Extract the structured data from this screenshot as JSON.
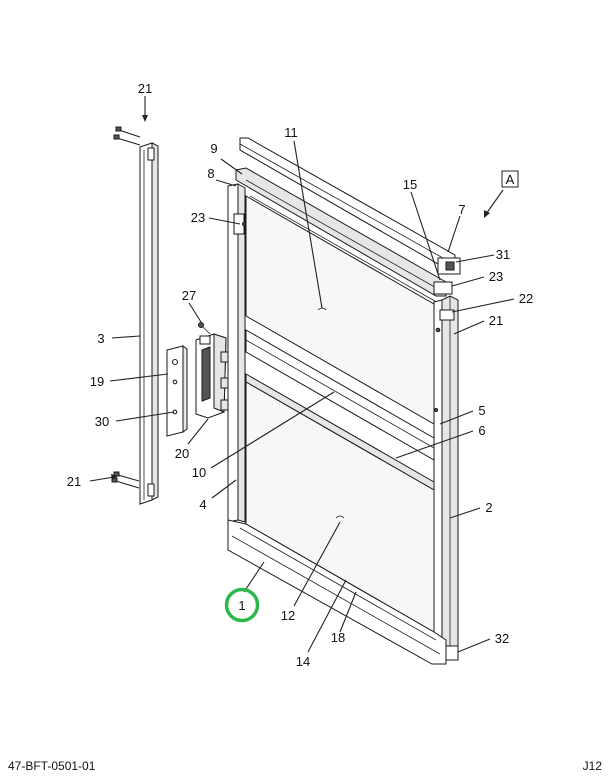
{
  "diagram": {
    "callouts": {
      "c21_top": "21",
      "c3": "3",
      "c19": "19",
      "c30": "30",
      "c21_bottom": "21",
      "c27": "27",
      "c20": "20",
      "c9": "9",
      "c8": "8",
      "c23_left": "23",
      "c11": "11",
      "c15": "15",
      "c7": "7",
      "cA": "A",
      "c31": "31",
      "c23_right": "23",
      "c22": "22",
      "c21_right": "21",
      "c5": "5",
      "c6": "6",
      "c10": "10",
      "c4": "4",
      "c2": "2",
      "c1": "1",
      "c12": "12",
      "c14": "14",
      "c18": "18",
      "c32": "32"
    },
    "highlight_color": "#2db84a",
    "footer": {
      "part_number": "47-BFT-0501-01",
      "sheet": "J12"
    }
  }
}
